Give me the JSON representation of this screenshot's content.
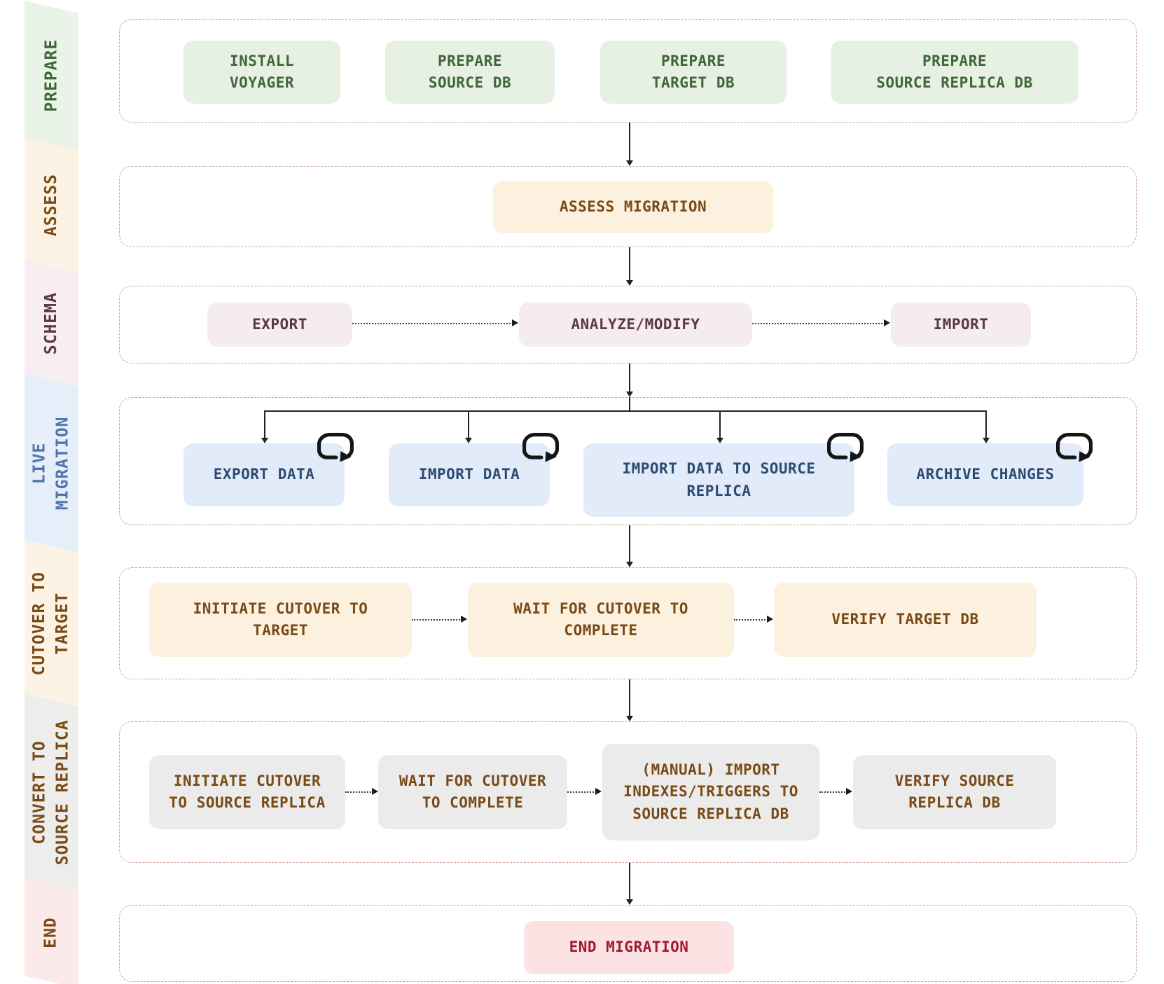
{
  "palette": {
    "lane_border": "#c9a392",
    "arrow": "#222222",
    "prepare_bg": "#e6f0e3",
    "prepare_text": "#3e6637",
    "assess_bg": "#fcf0de",
    "assess_text": "#7a4a16",
    "schema_bg": "#f5ecef",
    "schema_text": "#5a3849",
    "live_bg": "#e2ebf9",
    "live_text": "#2d4b70",
    "convert_bg": "#ebebeb",
    "convert_text": "#7a4a16",
    "end_bg": "#fce2e2",
    "end_text": "#9e1b30",
    "sidebar_live_text": "#4f76ac"
  },
  "lanes": [
    {
      "id": "prepare",
      "label": "PREPARE",
      "nodes": [
        {
          "label": "INSTALL\nVOYAGER"
        },
        {
          "label": "PREPARE\nSOURCE DB"
        },
        {
          "label": "PREPARE\nTARGET DB"
        },
        {
          "label": "PREPARE\nSOURCE REPLICA DB"
        }
      ]
    },
    {
      "id": "assess",
      "label": "ASSESS",
      "nodes": [
        {
          "label": "ASSESS MIGRATION"
        }
      ]
    },
    {
      "id": "schema",
      "label": "SCHEMA",
      "nodes": [
        {
          "label": "EXPORT"
        },
        {
          "label": "ANALYZE/MODIFY"
        },
        {
          "label": "IMPORT"
        }
      ]
    },
    {
      "id": "live",
      "label": "LIVE\nMIGRATION",
      "nodes": [
        {
          "label": "EXPORT DATA",
          "loop": true
        },
        {
          "label": "IMPORT DATA",
          "loop": true
        },
        {
          "label": "IMPORT DATA TO SOURCE\nREPLICA",
          "loop": true
        },
        {
          "label": "ARCHIVE CHANGES",
          "loop": true
        }
      ]
    },
    {
      "id": "cutover",
      "label": "CUTOVER TO\nTARGET",
      "nodes": [
        {
          "label": "INITIATE CUTOVER TO\nTARGET"
        },
        {
          "label": "WAIT FOR CUTOVER TO\nCOMPLETE"
        },
        {
          "label": "VERIFY TARGET DB"
        }
      ]
    },
    {
      "id": "convert",
      "label": "CONVERT TO\nSOURCE REPLICA",
      "nodes": [
        {
          "label": "INITIATE CUTOVER\nTO SOURCE REPLICA"
        },
        {
          "label": "WAIT FOR CUTOVER\nTO COMPLETE"
        },
        {
          "label": "(MANUAL) IMPORT\nINDEXES/TRIGGERS TO\nSOURCE REPLICA DB"
        },
        {
          "label": "VERIFY SOURCE\nREPLICA DB"
        }
      ]
    },
    {
      "id": "end",
      "label": "END",
      "nodes": [
        {
          "label": "END MIGRATION"
        }
      ]
    }
  ]
}
